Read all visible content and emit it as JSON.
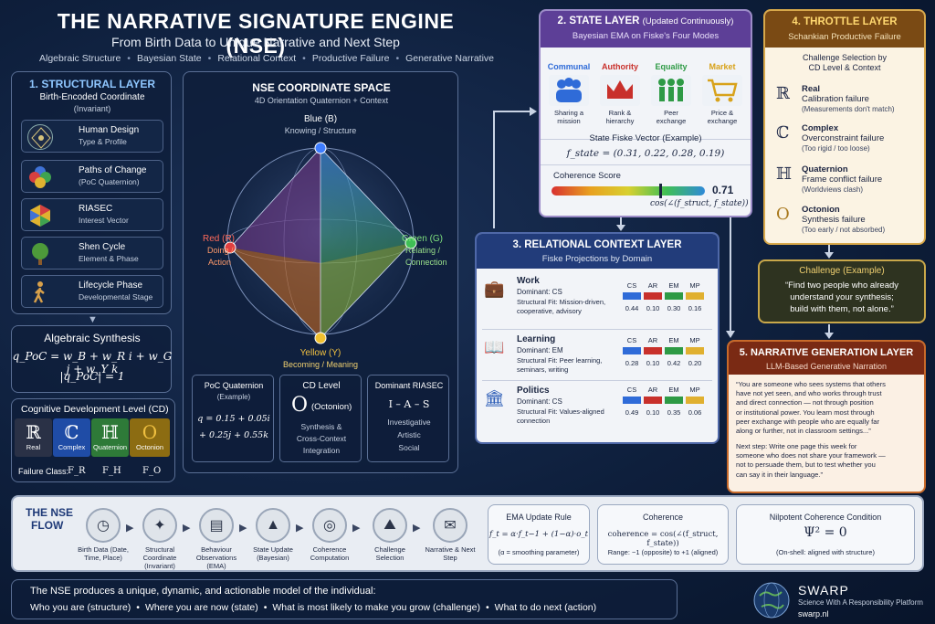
{
  "header": {
    "title": "THE NARRATIVE SIGNATURE ENGINE (NSE)",
    "subtitle": "From Birth Data to Unique Narrative and Next Step",
    "pillars": [
      "Algebraic Structure",
      "Bayesian State",
      "Relational Context",
      "Productive Failure",
      "Generative Narrative"
    ]
  },
  "structural": {
    "title": "1. STRUCTURAL LAYER",
    "subtitle": "Birth-Encoded Coordinate",
    "note": "(Invariant)",
    "items": [
      {
        "t1": "Human Design",
        "t2": "Type & Profile"
      },
      {
        "t1": "Paths of Change",
        "t2": "(PoC Quaternion)"
      },
      {
        "t1": "RIASEC",
        "t2": "Interest Vector"
      },
      {
        "t1": "Shen Cycle",
        "t2": "Element & Phase"
      },
      {
        "t1": "Lifecycle Phase",
        "t2": "Developmental Stage"
      }
    ]
  },
  "synthesis": {
    "title": "Algebraic Synthesis",
    "eq1": "q_PoC = w_B + w_R i + w_G j + w_Y k",
    "eq2": "|q_PoC| = 1"
  },
  "cd": {
    "title": "Cognitive Development Level (CD)",
    "levels": [
      {
        "g": "ℝ",
        "l": "Real"
      },
      {
        "g": "ℂ",
        "l": "Complex"
      },
      {
        "g": "ℍ",
        "l": "Quaternion"
      },
      {
        "g": "O",
        "l": "Octonion"
      }
    ],
    "failure_label": "Failure Class:",
    "failure_classes": [
      "F_R",
      "F_H",
      "F_O"
    ]
  },
  "space": {
    "title": "NSE COORDINATE SPACE",
    "subtitle": "4D Orientation Quaternion + Context",
    "blue": "Blue (B)",
    "blue_sub": "Knowing / Structure",
    "red": "Red (R)",
    "red_sub1": "Doing /",
    "red_sub2": "Action",
    "green": "Green (G)",
    "green_sub1": "Relating /",
    "green_sub2": "Connection",
    "yellow": "Yellow (Y)",
    "yellow_sub": "Becoming / Meaning",
    "poc": {
      "title": "PoC Quaternion",
      "note": "(Example)",
      "eq1": "q = 0.15 + 0.05i",
      "eq2": "+ 0.25j + 0.55k"
    },
    "cdlevel": {
      "title": "CD Level",
      "glyph": "O",
      "name": "(Octonion)",
      "d1": "Synthesis &",
      "d2": "Cross-Context",
      "d3": "Integration"
    },
    "riasec": {
      "title": "Dominant RIASEC",
      "code": "I – A – S",
      "d1": "Investigative",
      "d2": "Artistic",
      "d3": "Social"
    }
  },
  "state": {
    "title": "2. STATE LAYER",
    "title_note": "(Updated Continuously)",
    "subtitle": "Bayesian EMA on Fiske's Four Modes",
    "modes": [
      {
        "h": "Communal",
        "c": "Sharing a mission",
        "color": "#2f6bd8"
      },
      {
        "h": "Authority",
        "c": "Rank & hierarchy",
        "color": "#c8302b"
      },
      {
        "h": "Equality",
        "c": "Peer exchange",
        "color": "#2e9a45"
      },
      {
        "h": "Market",
        "c": "Price & exchange",
        "color": "#d8a21a"
      }
    ],
    "vector_label": "State Fiske Vector (Example)",
    "vector": "f_state = (0.31, 0.22, 0.28, 0.19)",
    "coherence_label": "Coherence Score",
    "coherence_value": "0.71",
    "coherence_formula": "cos(∠(f_struct, f_state))"
  },
  "relational": {
    "title": "3. RELATIONAL CONTEXT LAYER",
    "subtitle": "Fiske Projections by Domain",
    "cols": [
      "CS",
      "AR",
      "EM",
      "MP"
    ],
    "domains": [
      {
        "name": "Work",
        "dom": "Dominant: CS",
        "fit1": "Structural Fit: Mission-driven,",
        "fit2": "cooperative, advisory",
        "vals": [
          "0.44",
          "0.10",
          "0.30",
          "0.16"
        ]
      },
      {
        "name": "Learning",
        "dom": "Dominant: EM",
        "fit1": "Structural Fit: Peer learning,",
        "fit2": "seminars, writing",
        "vals": [
          "0.28",
          "0.10",
          "0.42",
          "0.20"
        ]
      },
      {
        "name": "Politics",
        "dom": "Dominant: CS",
        "fit1": "Structural Fit: Values-aligned",
        "fit2": "connection",
        "vals": [
          "0.49",
          "0.10",
          "0.35",
          "0.06"
        ]
      }
    ]
  },
  "throttle": {
    "title": "4. THROTTLE LAYER",
    "subtitle": "Schankian Productive Failure",
    "sel1": "Challenge Selection by",
    "sel2": "CD Level & Context",
    "items": [
      {
        "g": "ℝ",
        "a": "Real",
        "b": "Calibration failure",
        "c": "(Measurements don't match)"
      },
      {
        "g": "ℂ",
        "a": "Complex",
        "b": "Overconstraint failure",
        "c": "(Too rigid / too loose)"
      },
      {
        "g": "ℍ",
        "a": "Quaternion",
        "b": "Frame conflict failure",
        "c": "(Worldviews clash)"
      },
      {
        "g": "O",
        "a": "Octonion",
        "b": "Synthesis failure",
        "c": "(Too early / not absorbed)"
      }
    ]
  },
  "challenge": {
    "title": "Challenge (Example)",
    "l1": "“Find two people who already",
    "l2": "understand your synthesis;",
    "l3": "build with them, not alone.”"
  },
  "narrative": {
    "title": "5. NARRATIVE GENERATION LAYER",
    "subtitle": "LLM-Based Generative Narration",
    "lines": [
      "“You are someone who sees systems that others",
      "have not yet seen, and who works through trust",
      "and direct connection — not through position",
      "or institutional power. You learn most through",
      "peer exchange with people who are equally far",
      "along or further, not in classroom settings...”"
    ],
    "next": [
      "Next step: Write one page this week for",
      "someone who does not share your framework —",
      "not to persuade them, but to test whether you",
      "can say it in their language.”"
    ]
  },
  "flow": {
    "title1": "THE NSE",
    "title2": "FLOW",
    "steps": [
      {
        "icon": "◷",
        "l": "Birth Data (Date, Time, Place)"
      },
      {
        "icon": "✦",
        "l": "Structural Coordinate (Invariant)"
      },
      {
        "icon": "▤",
        "l": "Behaviour Observations (EMA)"
      },
      {
        "icon": "▲",
        "l": "State Update (Bayesian)"
      },
      {
        "icon": "◎",
        "l": "Coherence Computation"
      },
      {
        "icon": "⛰",
        "l": "Challenge Selection"
      },
      {
        "icon": "✉",
        "l": "Narrative & Next Step"
      }
    ],
    "ema": {
      "title": "EMA Update Rule",
      "eq": "f_t = α·f_t−1 + (1−α)·o_t",
      "note": "(α = smoothing parameter)"
    },
    "coh": {
      "title": "Coherence",
      "eq": "coherence = cos(∠(f_struct, f_state))",
      "note": "Range: −1 (opposite) to +1 (aligned)"
    },
    "nil": {
      "title": "Nilpotent Coherence Condition",
      "eq": "Ψ² = 0",
      "note": "(On-shell: aligned with structure)"
    }
  },
  "footer": {
    "l1": "The NSE produces a unique, dynamic, and actionable model of the individual:",
    "items": [
      "Who you are (structure)",
      "Where you are now (state)",
      "What is most likely to make you grow (challenge)",
      "What to do next (action)"
    ],
    "brand": "SWARP",
    "brand_sub": "Science With A Responsibility Platform",
    "url": "swarp.nl"
  }
}
